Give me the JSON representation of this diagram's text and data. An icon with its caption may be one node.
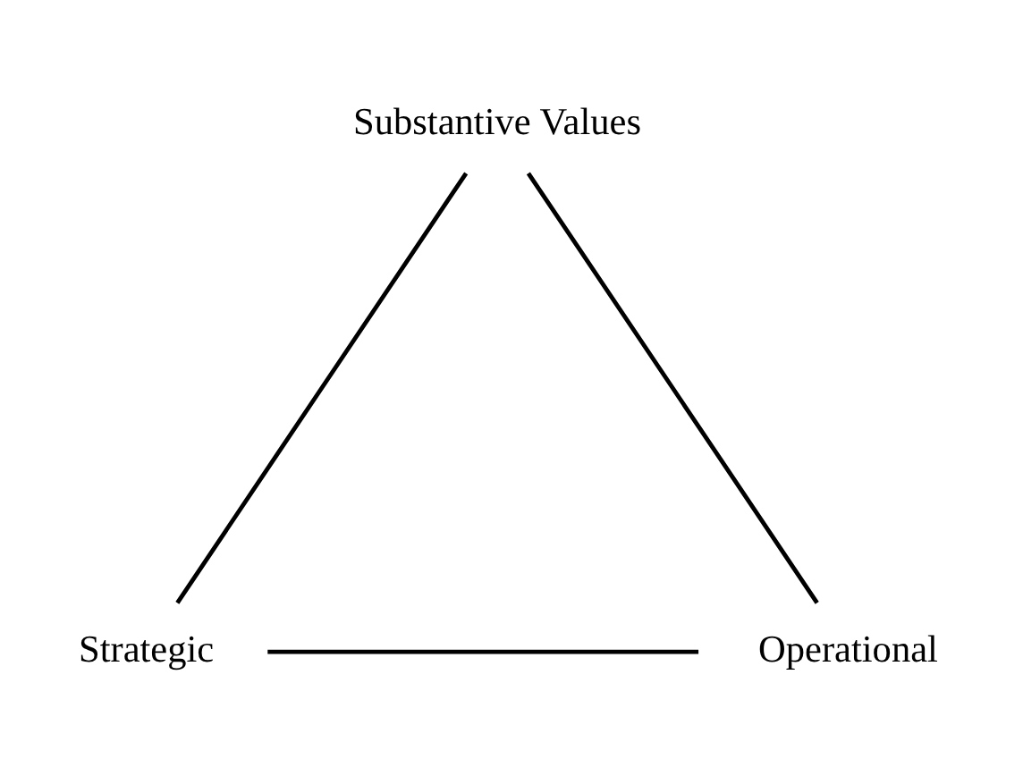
{
  "diagram": {
    "nodes": [
      {
        "text": [
          "Substantive Values"
        ]
      },
      {
        "text": [
          "Strategic"
        ]
      },
      {
        "text": [
          "Operational"
        ]
      }
    ],
    "edges": [
      {
        "from": 0,
        "to": 1,
        "arrow": "none"
      },
      {
        "from": 0,
        "to": 2,
        "arrow": "none"
      },
      {
        "from": 1,
        "to": 2,
        "arrow": "none"
      }
    ]
  }
}
